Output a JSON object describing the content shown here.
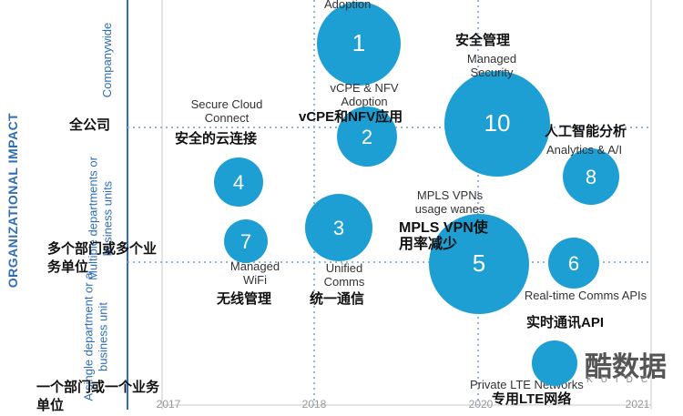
{
  "chart_data": {
    "type": "scatter",
    "ylabel": "ORGANIZATIONAL IMPACT",
    "y_categories": [
      "Companywide",
      "Multiple departments or business units",
      "A single department or a business unit"
    ],
    "y_categories_zh": [
      "全公司",
      "多个部门或多个业务单位",
      "一个部门或一个业务单位"
    ],
    "x_ticks": [
      "2017",
      "2018",
      "2020",
      "2021"
    ],
    "grid": true,
    "bubbles": [
      {
        "id": "1",
        "en": "",
        "zh": "",
        "size": "medium-large"
      },
      {
        "id": "2",
        "en": "vCPE & NFV Adoption",
        "zh": "vCPE和NFV应用",
        "size": "small"
      },
      {
        "id": "3",
        "en": "Unified Comms",
        "zh": "统一通信",
        "size": "medium"
      },
      {
        "id": "4",
        "en": "Secure Cloud Connect",
        "zh": "安全的云连接",
        "size": "small"
      },
      {
        "id": "5",
        "en": "MPLS VPNs usage wanes",
        "zh": "MPLS VPN使用率减少",
        "size": "large"
      },
      {
        "id": "6",
        "en": "Real-time Comms APIs",
        "zh": "实时通讯API",
        "size": "small"
      },
      {
        "id": "7",
        "en": "Managed WiFi",
        "zh": "无线管理",
        "size": "small"
      },
      {
        "id": "8",
        "en": "Analytics & A/I",
        "zh": "人工智能分析",
        "size": "small"
      },
      {
        "id": "10",
        "en": "Managed Security",
        "zh": "安全管理",
        "size": "large"
      }
    ],
    "top_cut_label": "Adoption",
    "private_lte": {
      "en": "Private LTE Networks",
      "zh": "专用LTE网络"
    }
  },
  "watermark": {
    "brand": "酷数据",
    "sub": "KUIDC"
  },
  "colors": {
    "bubble": "#1d9fd4",
    "axis": "#2f6db5",
    "grid": "#8fb8e0"
  }
}
